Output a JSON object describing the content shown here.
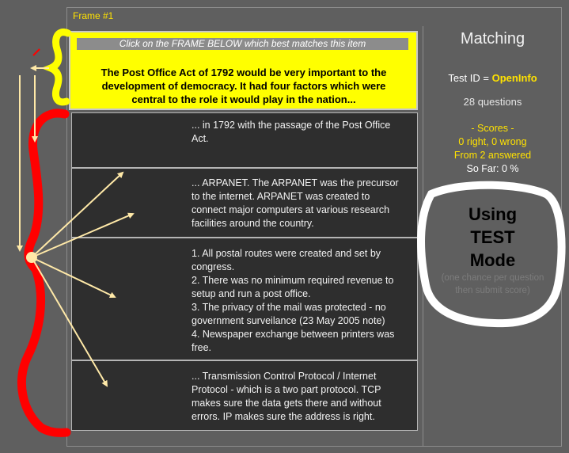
{
  "frame": {
    "label": "Frame #1"
  },
  "question": {
    "instruction": "Click on the FRAME BELOW which best matches this item",
    "text": "The Post Office Act of 1792 would be very important to the development of democracy. It had four factors which were central to the role it would play in the nation..."
  },
  "options": [
    {
      "lines": [
        "... in 1792 with the passage of the Post Office",
        "Act."
      ]
    },
    {
      "lines": [
        "... ARPANET. The ARPANET was the precursor",
        "to the internet. ARPANET was created to",
        "connect major computers at various research",
        "facilities around the country."
      ]
    },
    {
      "lines": [
        "1. All postal routes were created and set by",
        "congress.",
        "2. There was no minimum required revenue to",
        "setup and run a post office.",
        "3. The privacy of the mail was protected - no",
        "government surveilance (23 May 2005 note)",
        "4. Newspaper exchange between printers was",
        "free."
      ]
    },
    {
      "lines": [
        "... Transmission Control Protocol / Internet",
        "Protocol - which is a two part protocol. TCP",
        "makes sure the data gets there and without",
        "errors. IP makes sure the address is right."
      ]
    }
  ],
  "panel": {
    "title": "Matching",
    "test_id_label": "Test ID = ",
    "test_id_value": "OpenInfo",
    "question_count": "28 questions",
    "scores_heading": "- Scores -",
    "scores_line": "0 right, 0 wrong",
    "answered_line": "From 2 answered",
    "so_far_line": "So Far: 0 %",
    "mode_lines": [
      "Using",
      "TEST",
      "Mode"
    ],
    "mode_note_lines": [
      "(one chance per question",
      "then submit score)"
    ]
  },
  "colors": {
    "background": "#5f5f5f",
    "question_bg": "#ffff00",
    "option_bg": "#2e2e2e",
    "accent_yellow": "#ffe200",
    "annotation_red": "#ff0000",
    "annotation_arrow": "#ffe9a8"
  }
}
